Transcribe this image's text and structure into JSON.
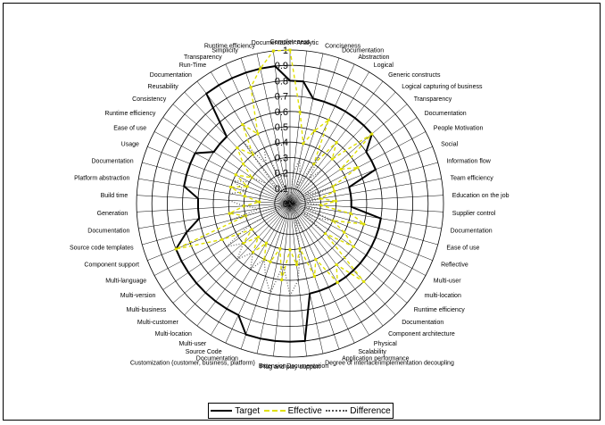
{
  "chart_data": {
    "type": "radar",
    "title": "",
    "rlim": [
      0,
      1
    ],
    "rticks": [
      0,
      0.1,
      0.2,
      0.3,
      0.4,
      0.5,
      0.6,
      0.7,
      0.8,
      0.9,
      1
    ],
    "rtick_labels": [
      "0",
      "0.1",
      "0.2",
      "0.3",
      "0.4",
      "0.5",
      "0.6",
      "0.7",
      "0.8",
      "0.9",
      "1"
    ],
    "categories": [
      "Completeness",
      "Analytic",
      "Conciseness",
      "Documentation",
      "Abstraction",
      "Logical",
      "Generic constructs",
      "Logical capturing of business",
      "Transparency",
      "Documentation",
      "People Motivation",
      "Social",
      "Information flow",
      "Team efficiency",
      "Education on the job",
      "Supplier control",
      "Documentation",
      "Ease of use",
      "Reflective",
      "Multi-user",
      "multi-location",
      "Runtime efficiency",
      "Documentation",
      "Component architecture",
      "Physical",
      "Scalability",
      "Application performance",
      "Degree of interface/implementation decoupling",
      "Documentation",
      "Plug and play support",
      "Extension",
      "Customization (customer, business, platform)",
      "Documentation",
      "Source Code",
      "Multi-user",
      "Multi-location",
      "Multi-customer",
      "Multi-business",
      "Multi-version",
      "Multi-language",
      "Component support",
      "Source code templates",
      "Documentation",
      "Generation",
      "Build time",
      "Platform abstraction",
      "Documentation",
      "Usage",
      "Ease of use",
      "Runtime efficiency",
      "Consistency",
      "Reusability",
      "Documentation",
      "Run-Time",
      "Transparency",
      "Simplicity",
      "Runtime efficiency",
      "Documentation"
    ],
    "series": [
      {
        "name": "Target",
        "color": "#000000",
        "values": [
          0.8,
          0.8,
          0.7,
          0.7,
          0.7,
          0.7,
          0.7,
          0.7,
          0.7,
          0.6,
          0.6,
          0.6,
          0.4,
          0.4,
          0.4,
          0.4,
          0.6,
          0.6,
          0.6,
          0.6,
          0.6,
          0.6,
          0.6,
          0.6,
          0.6,
          0.6,
          0.6,
          0.6,
          0.9,
          0.9,
          0.9,
          0.9,
          0.9,
          0.8,
          0.8,
          0.8,
          0.8,
          0.8,
          0.8,
          0.8,
          0.8,
          0.7,
          0.6,
          0.6,
          0.6,
          0.7,
          0.7,
          0.7,
          0.7,
          0.6,
          0.6,
          0.6,
          0.9,
          0.9,
          0.9,
          0.9,
          0.9,
          0.9
        ]
      },
      {
        "name": "Effective",
        "color": "#e0e000",
        "values": [
          1.0,
          0.6,
          0.4,
          0.5,
          0.6,
          0.3,
          0.5,
          0.4,
          0.7,
          0.4,
          0.5,
          0.3,
          0.3,
          0.2,
          0.3,
          0.2,
          0.4,
          0.5,
          0.3,
          0.4,
          0.5,
          0.3,
          0.7,
          0.5,
          0.6,
          0.4,
          0.5,
          0.3,
          0.4,
          0.3,
          0.5,
          0.3,
          0.4,
          0.4,
          0.3,
          0.4,
          0.3,
          0.4,
          0.3,
          0.5,
          0.8,
          0.3,
          0.4,
          0.3,
          0.2,
          0.3,
          0.4,
          0.3,
          0.4,
          0.3,
          0.4,
          0.5,
          0.4,
          0.6,
          0.5,
          0.8,
          0.9,
          1.0
        ]
      },
      {
        "name": "Difference",
        "color": "#555555",
        "values": [
          0.0,
          0.2,
          0.3,
          0.2,
          0.1,
          0.4,
          0.2,
          0.3,
          0.0,
          0.2,
          0.1,
          0.3,
          0.1,
          0.2,
          0.1,
          0.2,
          0.2,
          0.1,
          0.3,
          0.2,
          0.1,
          0.3,
          0.0,
          0.1,
          0.0,
          0.2,
          0.1,
          0.3,
          0.5,
          0.6,
          0.4,
          0.6,
          0.5,
          0.4,
          0.5,
          0.4,
          0.5,
          0.4,
          0.5,
          0.3,
          0.0,
          0.4,
          0.2,
          0.3,
          0.4,
          0.4,
          0.3,
          0.4,
          0.3,
          0.3,
          0.2,
          0.1,
          0.5,
          0.3,
          0.4,
          0.1,
          0.0,
          0.0
        ]
      }
    ],
    "legend": {
      "position": "bottom",
      "items": [
        "Target",
        "Effective",
        "Difference"
      ]
    },
    "grid": true
  }
}
